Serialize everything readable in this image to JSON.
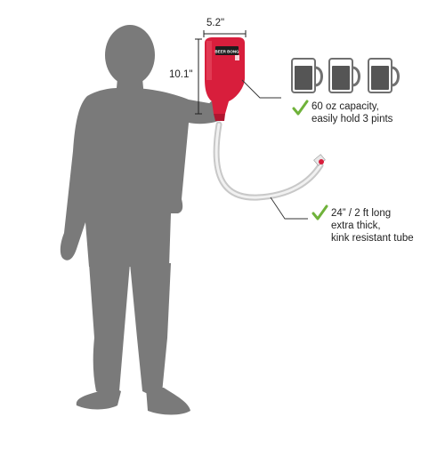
{
  "dimensions": {
    "width_label": "5.2\"",
    "height_label": "10.1\""
  },
  "callouts": [
    {
      "line1": "60 oz capacity,",
      "line2": "easily hold 3 pints"
    },
    {
      "line1": "24” / 2 ft long",
      "line2": "extra thick,",
      "line3": "kink resistant tube"
    }
  ],
  "funnel_logo": "BEER BONG",
  "colors": {
    "silhouette": "#7a7a7a",
    "funnel": "#d81e3c",
    "check": "#6fb23a",
    "mug_stroke": "#707070",
    "mug_fill": "#555555"
  },
  "icons": [
    "check-icon",
    "pint-mug-icon"
  ]
}
